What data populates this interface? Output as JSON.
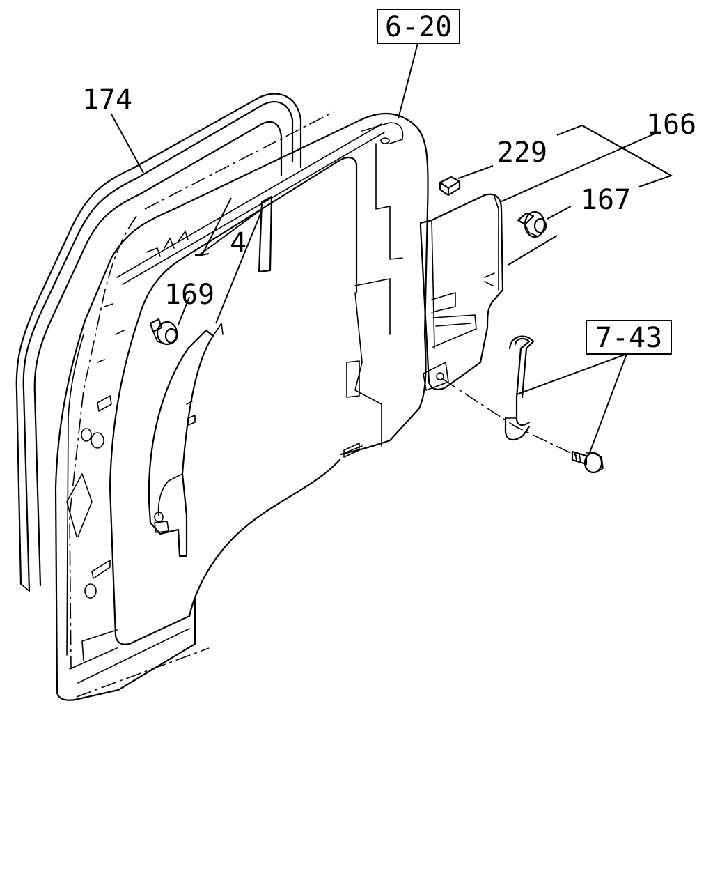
{
  "callouts": {
    "ref_6_20": "6-20",
    "ref_7_43": "7-43",
    "part_174": "174",
    "part_166": "166",
    "part_229": "229",
    "part_167": "167",
    "part_4": "4",
    "part_169": "169"
  }
}
